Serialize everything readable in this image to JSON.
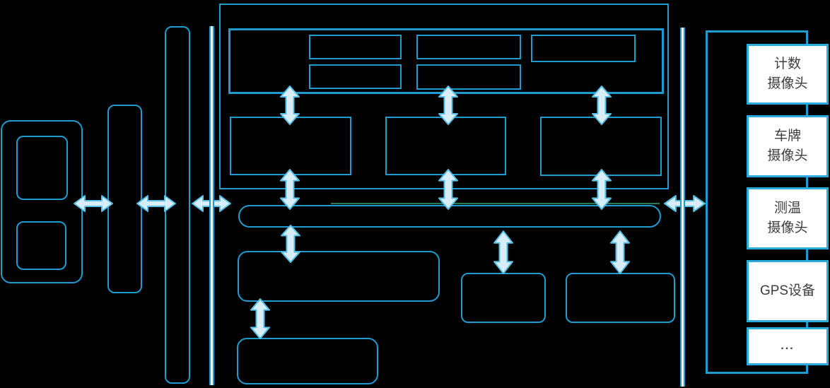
{
  "diagram": {
    "colors": {
      "background": "#000000",
      "shape_stroke": "#1f9bd0",
      "arrow_fill": "#d7edf8",
      "arrow_stroke": "#58bfe5",
      "wall_core": "#eaf8fe",
      "device_border": "#2aabdd",
      "device_fill": "#ffffff",
      "device_text": "#3d3d3d",
      "bus_highlight": "#2d8f63"
    },
    "devices": [
      {
        "lines": [
          "计数",
          "摄像头"
        ]
      },
      {
        "lines": [
          "车牌",
          "摄像头"
        ]
      },
      {
        "lines": [
          "测温",
          "摄像头"
        ]
      },
      {
        "lines": [
          "GPS设备"
        ]
      },
      {
        "lines": [
          "..."
        ]
      }
    ]
  }
}
